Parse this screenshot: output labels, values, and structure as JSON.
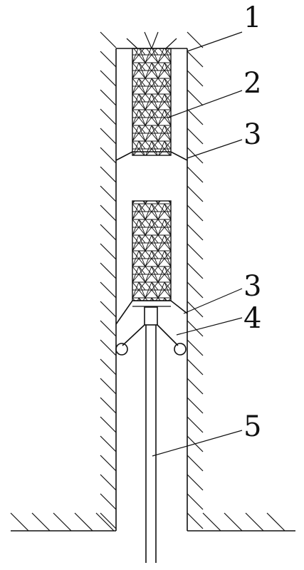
{
  "labels": {
    "l1": "1",
    "l2": "2",
    "l3a": "3",
    "l3b": "3",
    "l4": "4",
    "l5": "5"
  },
  "colors": {
    "ink": "#111111",
    "background": "#ffffff"
  }
}
